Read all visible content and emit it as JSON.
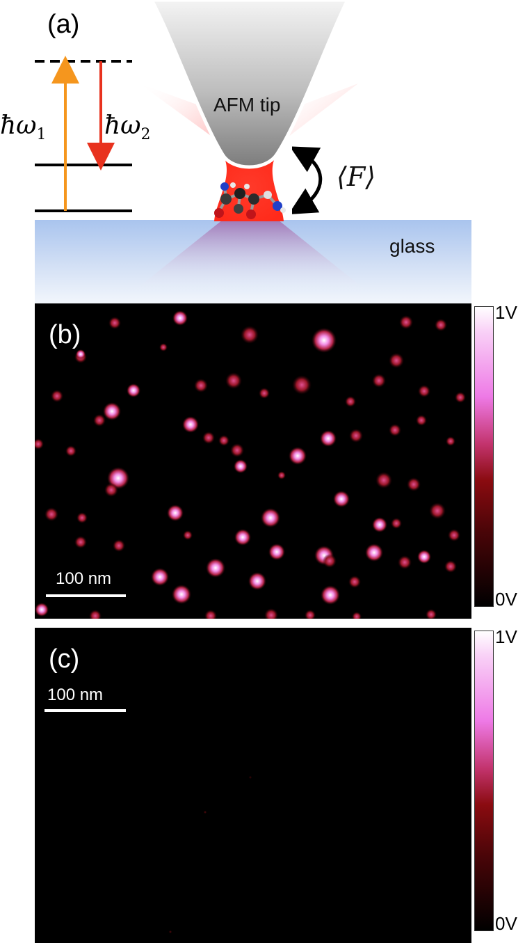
{
  "panel_a": {
    "label": "(a)",
    "transition_up": "ħω",
    "transition_up_sub": "1",
    "transition_down": "ħω",
    "transition_down_sub": "2",
    "tip_label": "AFM tip",
    "force_label": "⟨F⟩",
    "substrate_label": "glass",
    "colors": {
      "pump_arrow": "#f5961e",
      "stokes_arrow": "#e8321e",
      "laser_red": "#ff2a1a",
      "glass_blue": "#a9c4ee",
      "tip_gray": "#8a8a8a"
    },
    "icons": [
      "molecule-icon",
      "curved-double-arrow-icon",
      "energy-level-diagram"
    ]
  },
  "panel_b": {
    "label": "(b)",
    "scale_bar": "100 nm",
    "colorbar_max": "1V",
    "colorbar_min": "0V"
  },
  "panel_c": {
    "label": "(c)",
    "scale_bar": "100 nm",
    "colorbar_max": "1V",
    "colorbar_min": "0V"
  }
}
